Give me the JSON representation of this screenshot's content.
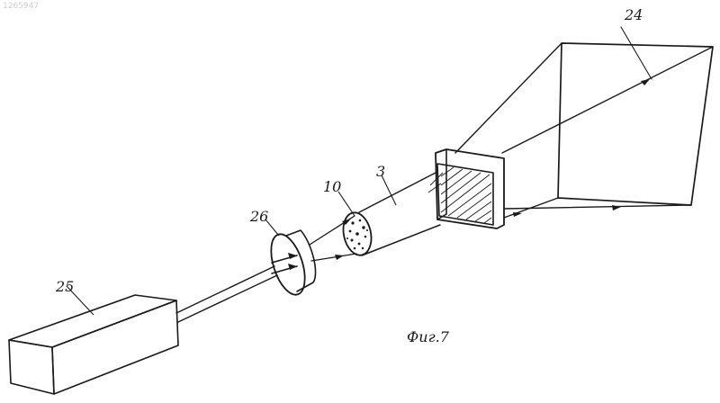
{
  "document_id": "1265947",
  "caption": "Фиг.7",
  "labels": {
    "laser": "25",
    "lens": "26",
    "object": "10",
    "beam": "3",
    "screen": "24"
  },
  "colors": {
    "ink": "#1a1a1a",
    "paper": "#ffffff"
  }
}
